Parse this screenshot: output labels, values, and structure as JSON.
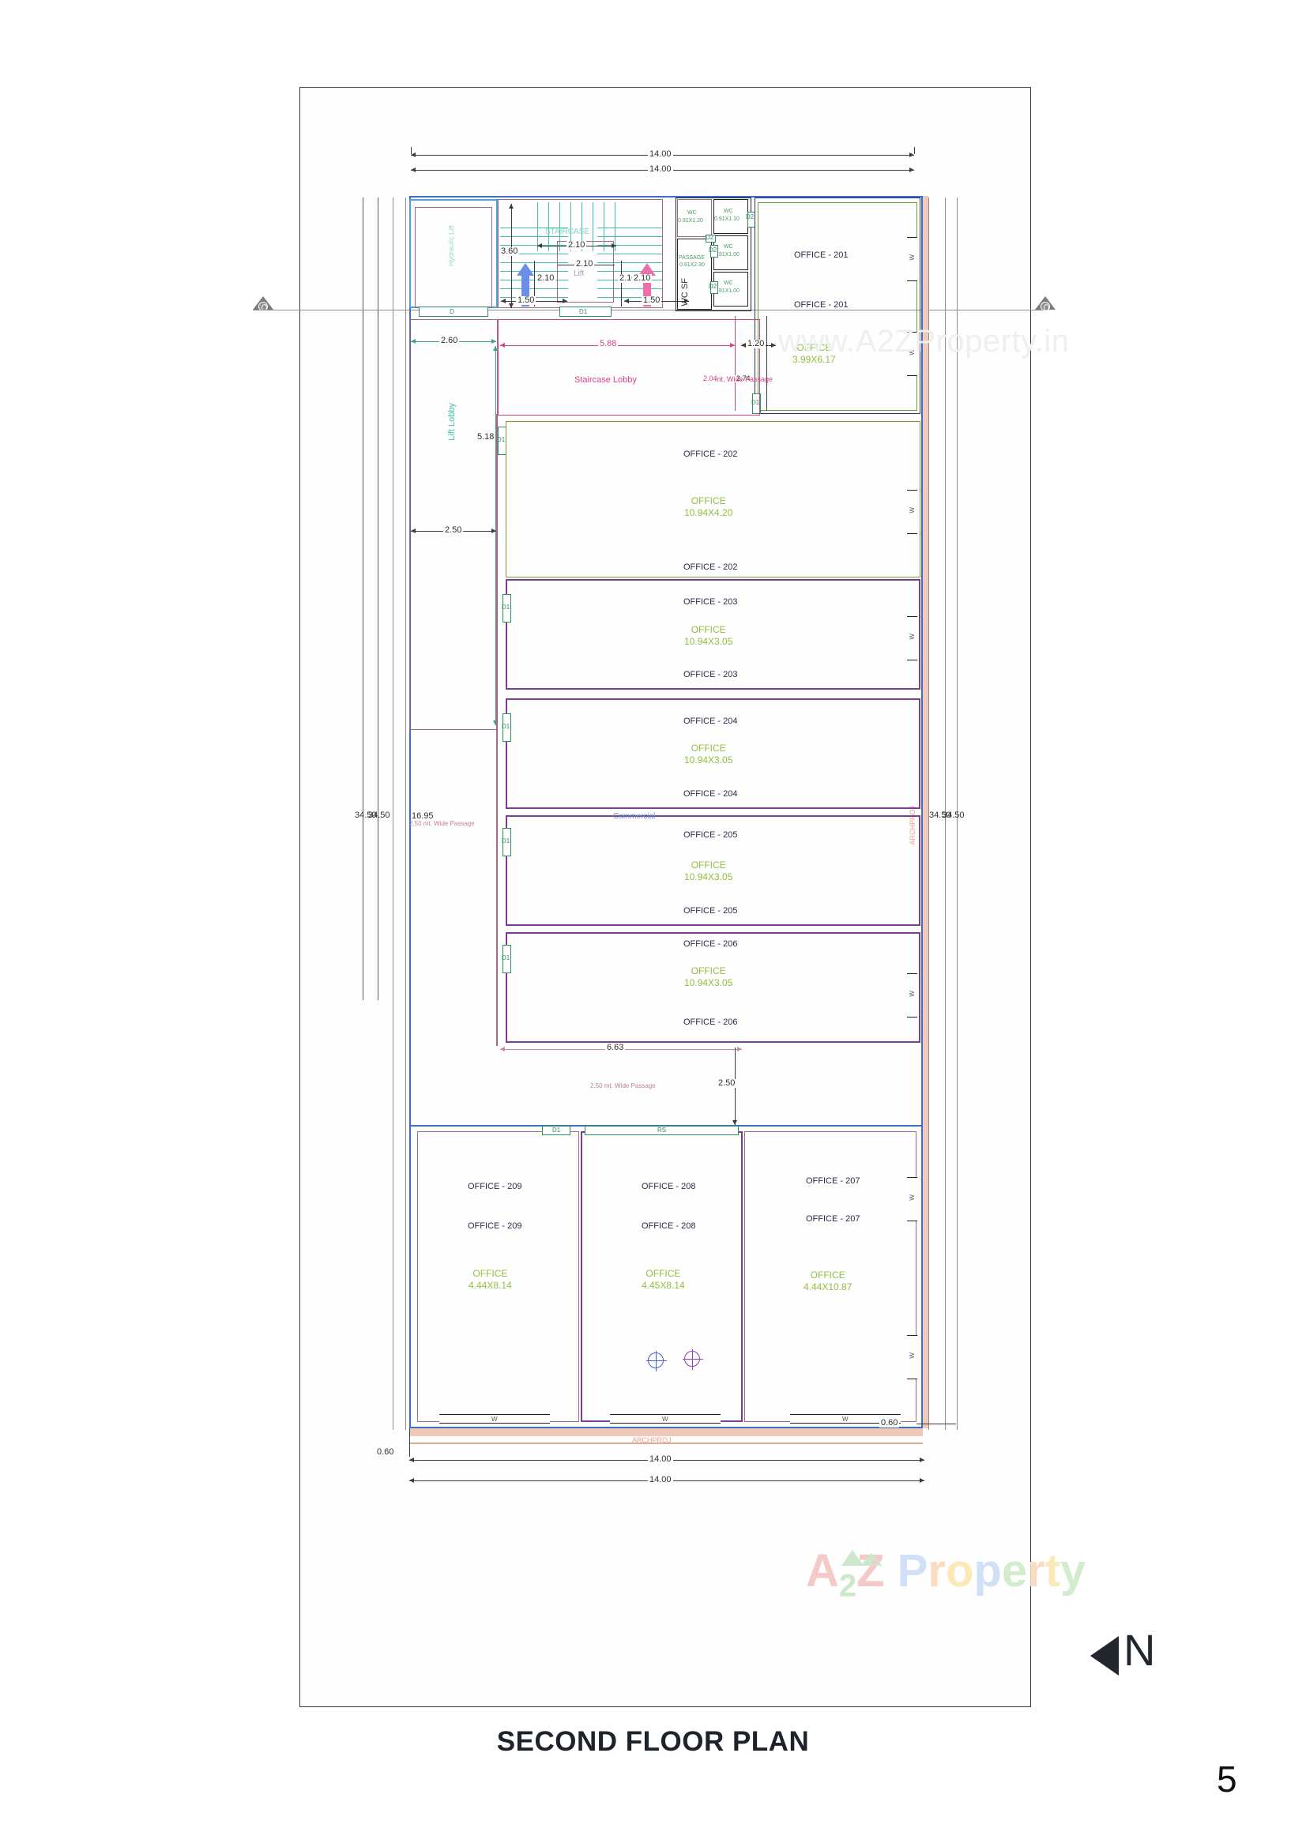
{
  "drawing": {
    "title": "SECOND FLOOR PLAN",
    "page_number": "5",
    "north_label": "N"
  },
  "watermarks": {
    "url": "www.A2ZProperty.in",
    "logo": {
      "a": "A",
      "two": "2",
      "z": "Z",
      "p": "P",
      "r": "r",
      "o": "o",
      "p2": "p",
      "e": "e",
      "rr": "r",
      "t": "t",
      "y": "y"
    }
  },
  "dimensions": {
    "top_outer": "14.00",
    "top_inner": "14.00",
    "bottom_outer": "14.00",
    "bottom_inner": "14.00",
    "left_total_a": "34.50",
    "left_total_b": "34.50",
    "right_total_a": "34.50",
    "right_total_b": "34.50",
    "left_partial": "16.95",
    "lift_lobby_width": "2.60",
    "lift_lobby_bottom": "2.50",
    "lift_lobby_height": "5.18",
    "staircase_lobby_width": "5.88",
    "passage_width": "1.20",
    "passage_height_a": "2.04",
    "passage_height_b": "2.74",
    "stair_run": "2.10",
    "lift_width": "2.10",
    "stair_flight_a": "2.10",
    "stair_flight_b": "2.10",
    "stair_flight_c": "2.10",
    "stair_depth": "3.60",
    "stair_width_left": "1.50",
    "stair_width_right": "1.50",
    "rear_block_width": "6.63",
    "rear_passage_height": "2.50",
    "projection_left": "0.60",
    "projection_right": "0.60"
  },
  "labels": {
    "hydraulic_lift": "Hydraulic Lift",
    "lift_lobby": "Lift Lobby",
    "staircase": "STAIRCASE",
    "lift": "Lift",
    "staircase_lobby": "Staircase Lobby",
    "wide_passage_top": "2.04 mt. Wide Passage",
    "wide_passage_mid": "2.50 mt. Wide Passage",
    "wide_passage_bottom": "2.50 mt. Wide Passage",
    "commercial": "Commercial",
    "archproj_right": "ARCHPROJ",
    "archproj_bottom": "ARCHPROJ",
    "wc_sf": "WC SF",
    "passage_small": "PASSAGE",
    "passage_small_size": "0.91X2.30"
  },
  "toilets": [
    {
      "name": "WC",
      "size": "0.91X1.20"
    },
    {
      "name": "WC",
      "size": "0.91X1.10"
    },
    {
      "name": "WC",
      "size": "0.91X1.00"
    },
    {
      "name": "WC",
      "size": "0.91X1.00"
    },
    {
      "name": "WC",
      "size": ""
    }
  ],
  "rooms": [
    {
      "code_top": "OFFICE - 201",
      "code_bottom": "OFFICE - 201",
      "size_label": "OFFICE",
      "size": "3.99X6.17"
    },
    {
      "code_top": "OFFICE - 202",
      "code_bottom": "OFFICE - 202",
      "size_label": "OFFICE",
      "size": "10.94X4.20"
    },
    {
      "code_top": "OFFICE - 203",
      "code_bottom": "OFFICE - 203",
      "size_label": "OFFICE",
      "size": "10.94X3.05"
    },
    {
      "code_top": "OFFICE - 204",
      "code_bottom": "OFFICE - 204",
      "size_label": "OFFICE",
      "size": "10.94X3.05"
    },
    {
      "code_top": "OFFICE - 205",
      "code_bottom": "OFFICE - 205",
      "size_label": "OFFICE",
      "size": "10.94X3.05"
    },
    {
      "code_top": "OFFICE - 206",
      "code_bottom": "OFFICE - 206",
      "size_label": "OFFICE",
      "size": "10.94X3.05"
    },
    {
      "code_top": "OFFICE - 207",
      "code_bottom": "OFFICE - 207",
      "size_label": "OFFICE",
      "size": "4.44X10.87"
    },
    {
      "code_top": "OFFICE - 208",
      "code_bottom": "OFFICE - 208",
      "size_label": "OFFICE",
      "size": "4.45X8.14"
    },
    {
      "code_top": "OFFICE - 209",
      "code_bottom": "OFFICE - 209",
      "size_label": "OFFICE",
      "size": "4.44X8.14"
    }
  ],
  "openings": {
    "d": "D",
    "d1": "D1",
    "d2": "D2",
    "rs": "RS",
    "w": "W"
  },
  "colors": {
    "wall_blue": "#3f6fc4",
    "wall_navy": "#2b2e7a",
    "wall_purple": "#7a3f8f",
    "wall_mauve": "#9d6a8a",
    "door_green": "#6a9f3f",
    "stair_teal": "#3fc0a8",
    "dim_pink": "#d4438a",
    "office_green": "#8fbf3f",
    "room_code": "#2a2a4a",
    "title_dark": "#1d222b"
  }
}
